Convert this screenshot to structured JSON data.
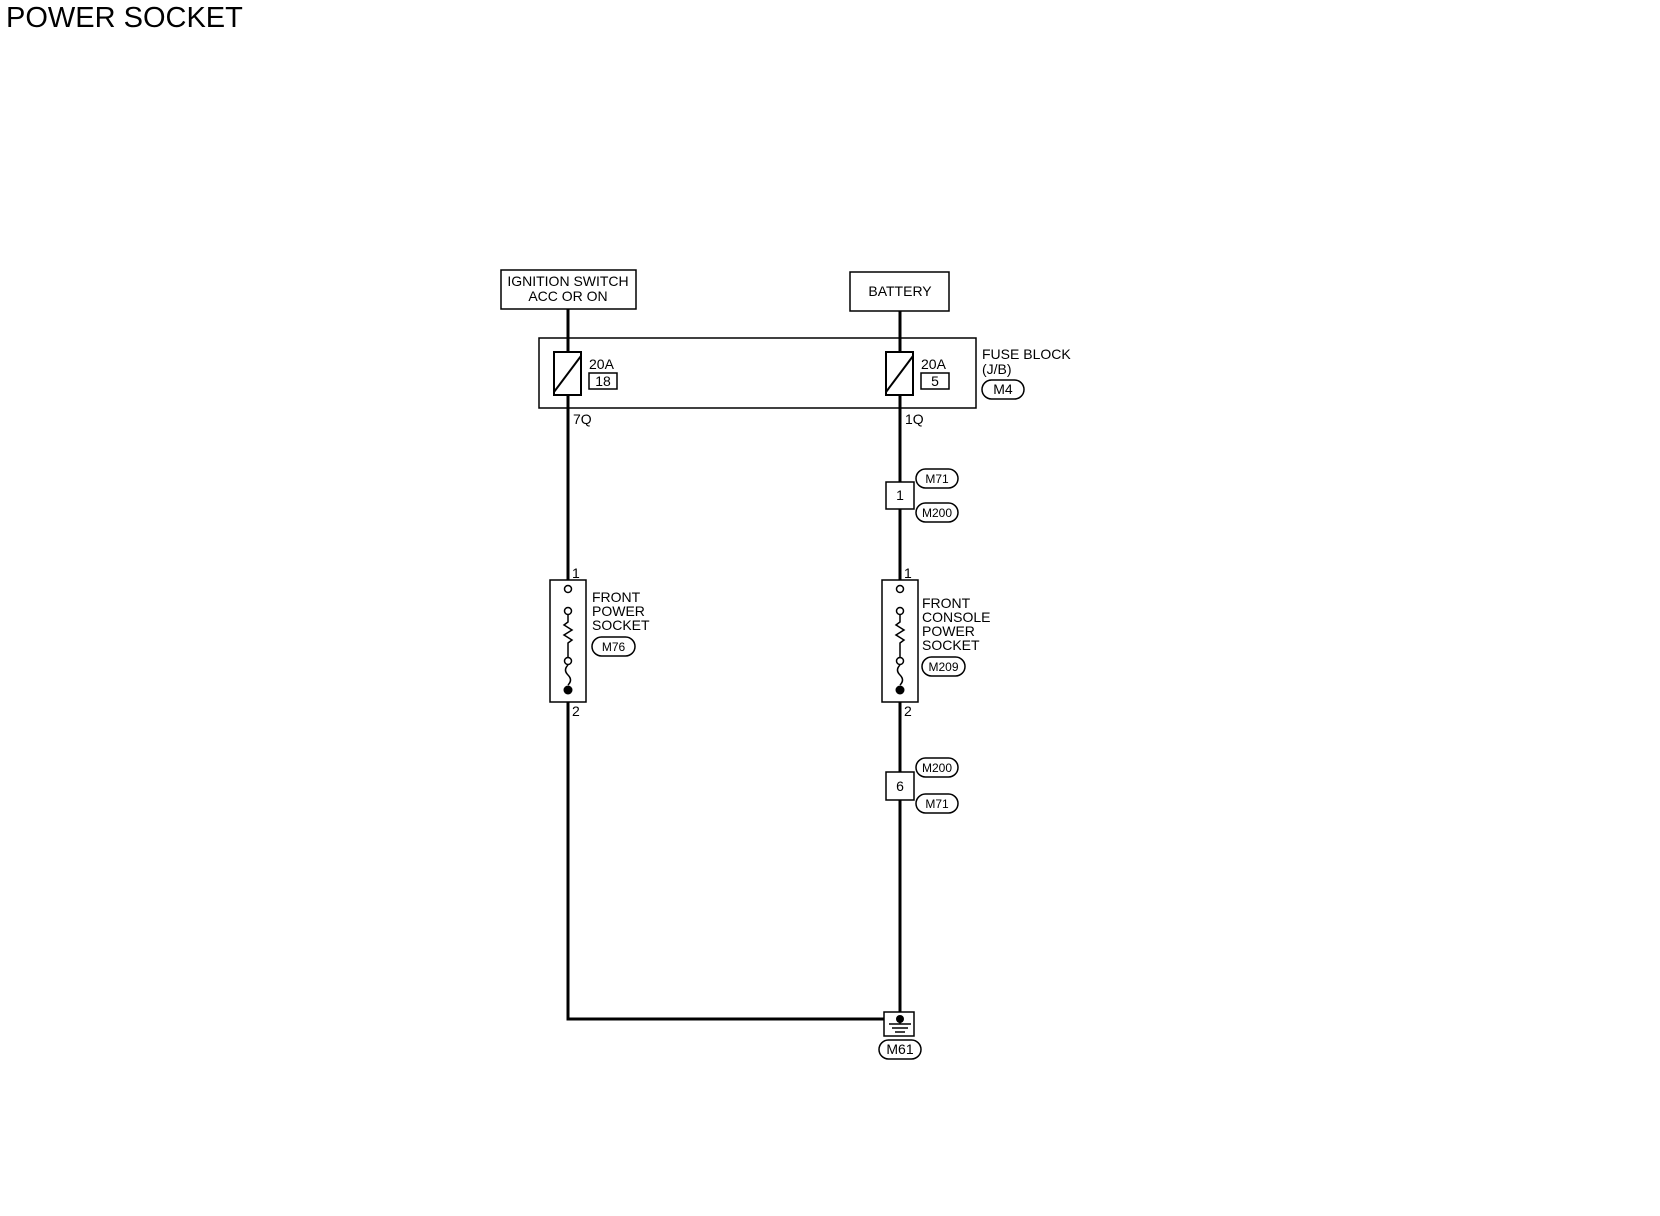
{
  "title": "POWER SOCKET",
  "sources": {
    "ignition_line1": "IGNITION SWITCH",
    "ignition_line2": "ACC OR ON",
    "battery": "BATTERY"
  },
  "fuse_block": {
    "label_line1": "FUSE BLOCK",
    "label_line2": "(J/B)",
    "connector": "M4",
    "fuse_left": {
      "rating": "20A",
      "number": "18",
      "terminal": "7Q"
    },
    "fuse_right": {
      "rating": "20A",
      "number": "5",
      "terminal": "1Q"
    }
  },
  "joint_connector_upper": {
    "top": "M71",
    "pin": "1",
    "bottom": "M200"
  },
  "joint_connector_lower": {
    "top": "M200",
    "pin": "6",
    "bottom": "M71"
  },
  "front_socket": {
    "line1": "FRONT",
    "line2": "POWER",
    "line3": "SOCKET",
    "connector": "M76",
    "pin_top": "1",
    "pin_bottom": "2"
  },
  "console_socket": {
    "line1": "FRONT",
    "line2": "CONSOLE",
    "line3": "POWER",
    "line4": "SOCKET",
    "connector": "M209",
    "pin_top": "1",
    "pin_bottom": "2"
  },
  "ground": {
    "connector": "M61"
  }
}
